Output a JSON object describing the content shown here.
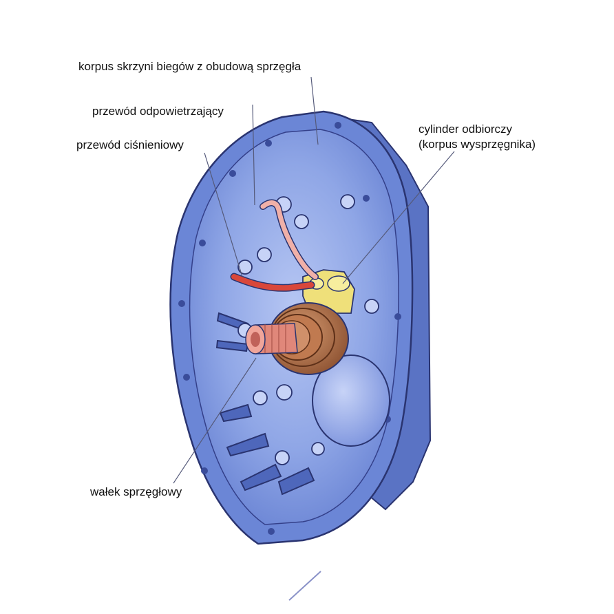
{
  "labels": {
    "gearbox_housing": "korpus skrzyni biegów z obudową sprzęgła",
    "bleed_line": "przewód odpowietrzający",
    "pressure_line": "przewód ciśnieniowy",
    "slave_cylinder_line1": "cylinder odbiorczy",
    "slave_cylinder_line2": "(korpus wysprzęgnika)",
    "clutch_shaft": "wałek sprzęgłowy"
  },
  "colors": {
    "housing": "#6b86d6",
    "housing_dark": "#4257a8",
    "housing_light": "#a9bbef",
    "outline": "#2a3470",
    "slave_cylinder": "#efe07a",
    "bearing": "#b26e45",
    "shaft": "#e0877a",
    "pressure_hose": "#d9473a",
    "bleed_hose": "#f0b0a8",
    "leader_line": "#555a7a"
  }
}
